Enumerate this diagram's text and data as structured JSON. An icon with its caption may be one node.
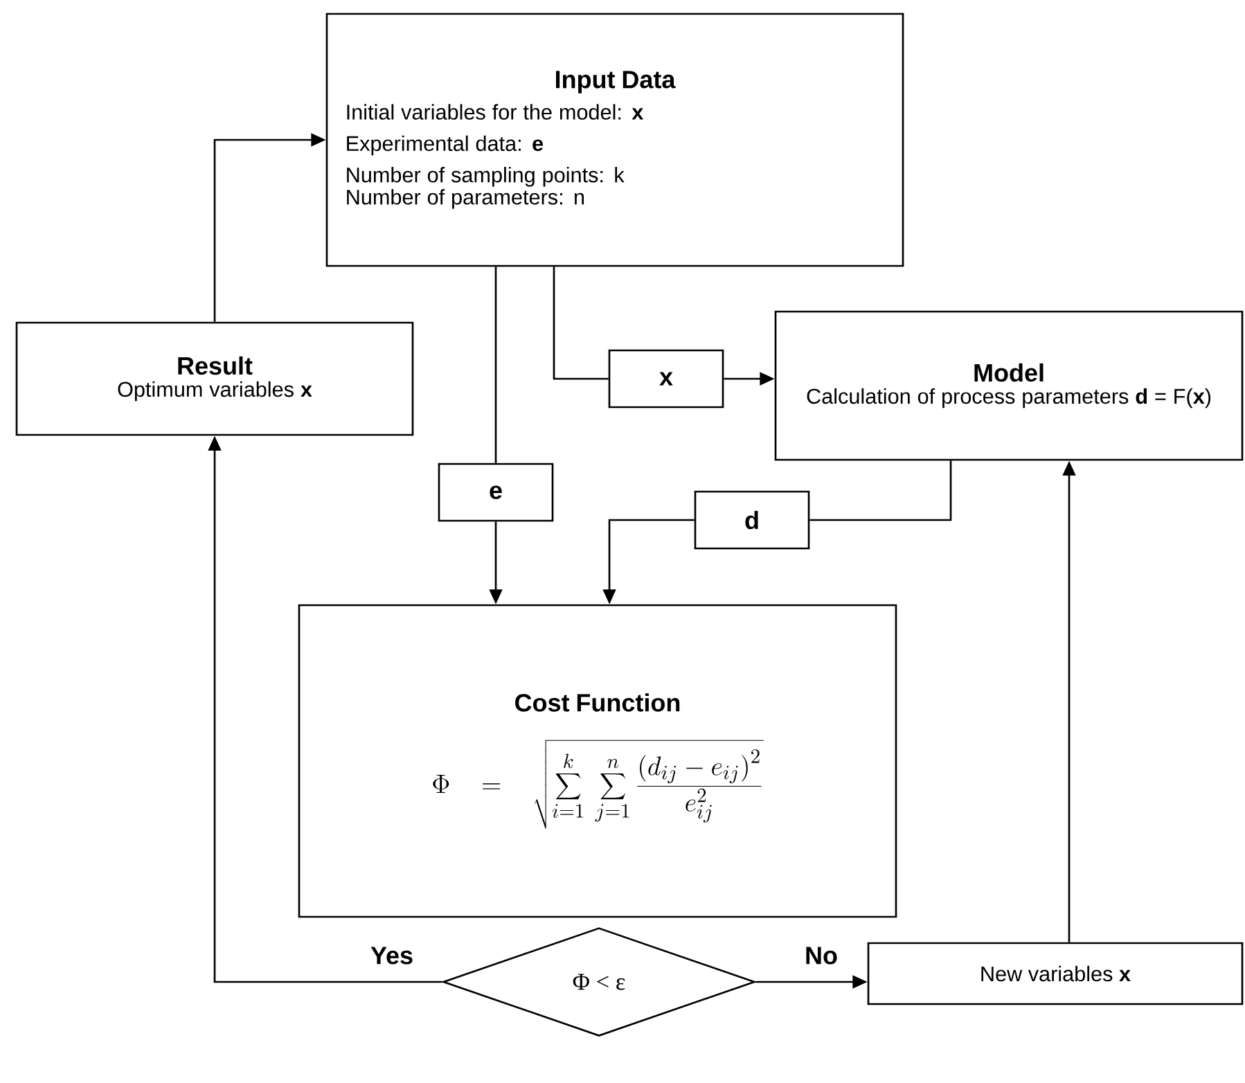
{
  "diagram": {
    "nodes": [
      {
        "text": [
          "Input Data",
          "Initial variables for the model: **x**",
          "Experimental data: **e**",
          "Number of sampling points: k",
          "Number of parameters: n"
        ]
      },
      {
        "text": [
          "Result",
          "Optimum variables **x**"
        ]
      },
      {
        "text": [
          "x"
        ]
      },
      {
        "text": [
          "Model",
          "Calculation of process parameters **d** = F(**x**)"
        ]
      },
      {
        "text": [
          "e"
        ]
      },
      {
        "text": [
          "d"
        ]
      },
      {
        "text": [
          "Cost Function",
          "\\Phi = \\sqrt{\\sum_{i=1}^{k}\\ \\sum_{j=1}^{n}\\frac{\\left(d_{ij}-e_{ij}\\right)^{2}}{e_{ij}^{2}}}"
        ]
      },
      {
        "text": [
          "Φ < ε"
        ]
      },
      {
        "text": [
          "New variables **x**"
        ]
      }
    ],
    "edges": [
      {
        "from": 1,
        "to": 0,
        "arrow": "to"
      },
      {
        "from": 0,
        "to": 2,
        "arrow": "none"
      },
      {
        "from": 2,
        "to": 3,
        "arrow": "to"
      },
      {
        "from": 0,
        "to": 4,
        "arrow": "none"
      },
      {
        "from": 4,
        "to": 6,
        "arrow": "to"
      },
      {
        "from": 3,
        "to": 5,
        "arrow": "none"
      },
      {
        "from": 5,
        "to": 6,
        "arrow": "to"
      },
      {
        "from": 7,
        "to": 1,
        "arrow": "to",
        "label": "Yes"
      },
      {
        "from": 7,
        "to": 8,
        "arrow": "to",
        "label": "No"
      },
      {
        "from": 8,
        "to": 3,
        "arrow": "to"
      }
    ]
  }
}
